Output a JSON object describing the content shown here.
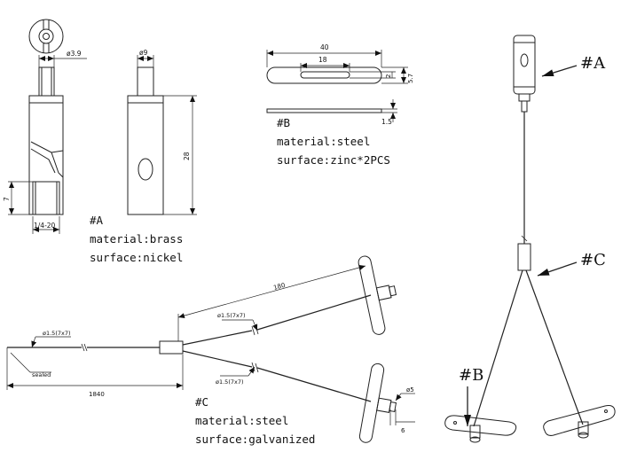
{
  "part_a": {
    "dims": {
      "hole": "ø3.9",
      "body": "ø9",
      "height": "28",
      "thread_depth": "7",
      "thread": "1/4-20"
    },
    "note": {
      "id": "#A",
      "material": "material:brass",
      "surface": "surface:nickel"
    }
  },
  "part_b": {
    "dims": {
      "length": "40",
      "slot": "18",
      "slot_width": "2",
      "width": "5.7",
      "thickness": "1.5"
    },
    "note": {
      "id": "#B",
      "material": "material:steel",
      "surface": "surface:zinc*2PCS"
    }
  },
  "part_c": {
    "dims": {
      "branch": "180",
      "cable_top": "ø1.5(7x7)",
      "cable_bottom": "ø1.5(7x7)",
      "cable_main": "ø1.5(7x7)",
      "sealed": "sealed",
      "total": "1840",
      "pin": "ø5",
      "pin_len": "6"
    },
    "note": {
      "id": "#C",
      "material": "material:steel",
      "surface": "surface:galvanized"
    }
  },
  "assembly": {
    "callout_a": "#A",
    "callout_b": "#B",
    "callout_c": "#C"
  }
}
